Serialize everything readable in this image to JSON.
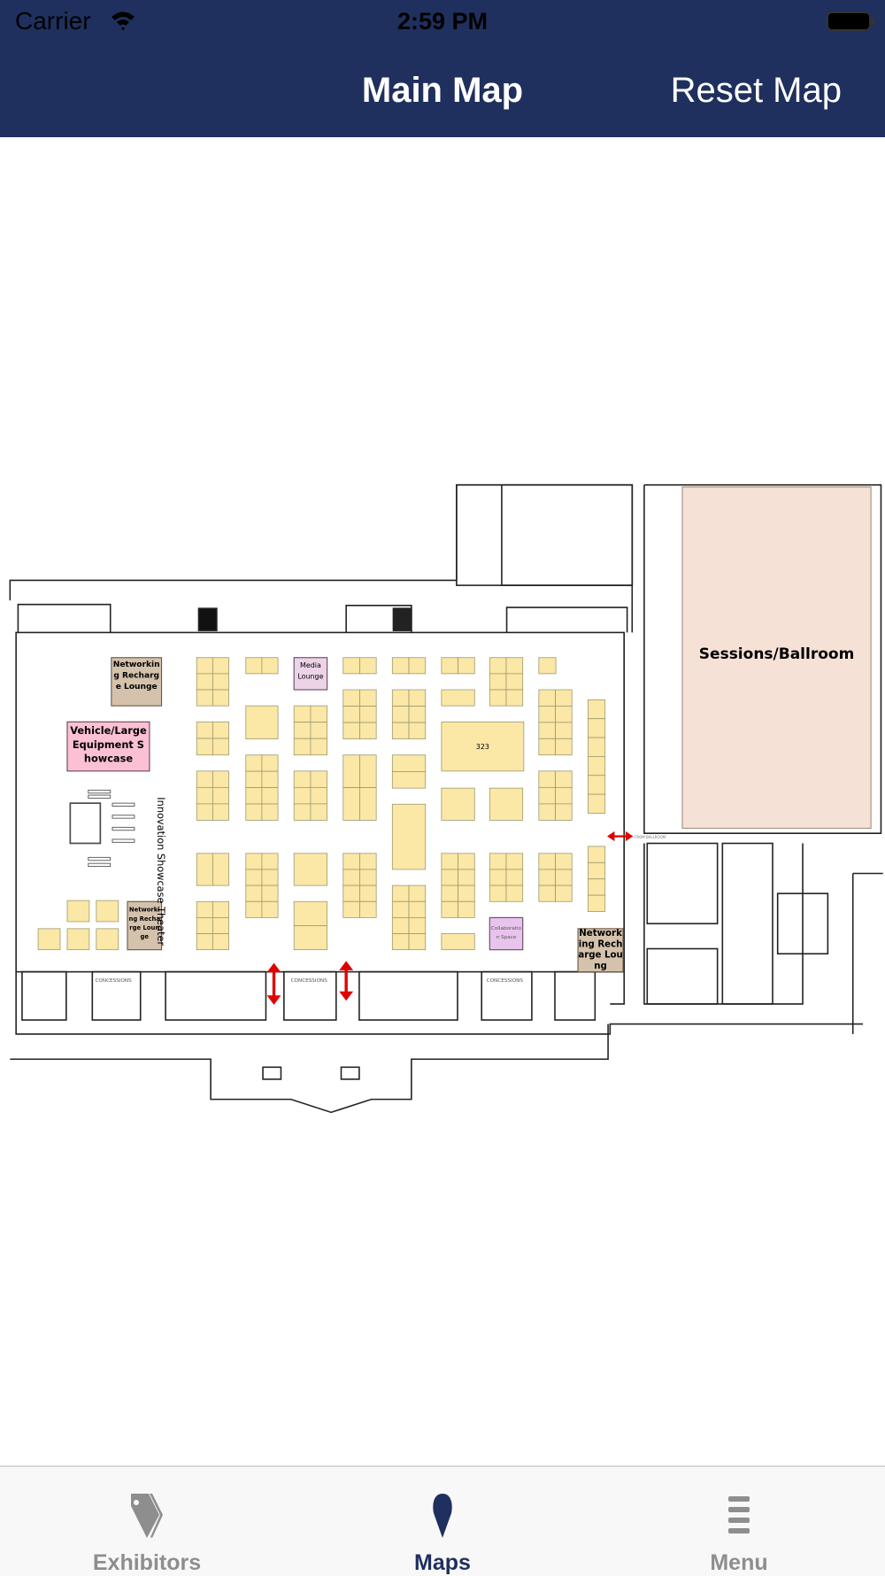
{
  "status_bar": {
    "carrier": "Carrier",
    "time": "2:59 PM"
  },
  "header": {
    "title": "Main Map",
    "reset_label": "Reset Map"
  },
  "map": {
    "rooms": {
      "ballroom": "Sessions/Ballroom",
      "networking_1": "Networking Recharge Lounge",
      "networking_2": "Networking Recharge Lounge",
      "networking_3": "Networking Recharge Loung",
      "vehicle": "Vehicle/Large Equipment Showcase",
      "media": "Media Lounge",
      "collab": "Collaboration Space",
      "theater": "Innovation Showcase Theater",
      "booth_323": "323",
      "concessions": "CONCESSIONS",
      "from_ballroom": "FROM BALLROOM"
    },
    "colors": {
      "booth": "#fbe7a6",
      "ballroom": "#f5e1d5",
      "networking": "#d5c2ac",
      "vehicle": "#fbc0d4",
      "media": "#ecd4e6",
      "collab": "#e8c4ec",
      "arrow": "#e00000"
    }
  },
  "tabs": [
    {
      "label": "Exhibitors",
      "icon": "tag-icon",
      "active": false
    },
    {
      "label": "Maps",
      "icon": "map-pin-icon",
      "active": true
    },
    {
      "label": "Menu",
      "icon": "menu-icon",
      "active": false
    }
  ]
}
